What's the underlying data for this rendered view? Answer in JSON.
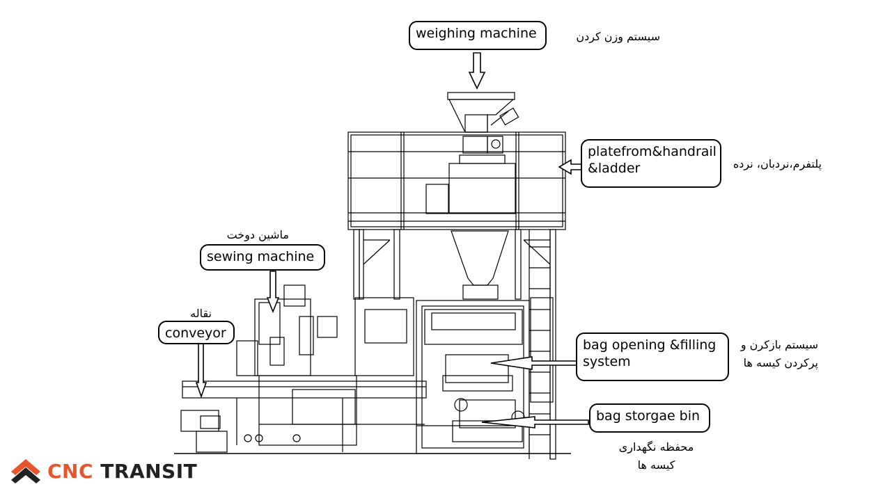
{
  "callouts": {
    "weighing": "weighing machine",
    "platform": "platefrom&handrail\n&ladder",
    "sewing": "sewing machine",
    "conveyor": "conveyor",
    "bag_opening": "bag opening &filling\nsystem",
    "bag_bin": "bag storgae bin"
  },
  "farsi": {
    "weighing": "سیستم وزن کردن",
    "platform": "پلتفرم،نردبان، نرده",
    "sewing": "ماشین دوخت",
    "conveyor": "نقاله",
    "bag_opening": "سیستم بازکرن و\nپرکردن کیسه ها",
    "bag_bin": "محفظه نگهداری\nکیسه ها"
  },
  "logo": {
    "part1": "CNC",
    "part2": "TRANSIT",
    "accent_color": "#e8552a",
    "dark_color": "#222222",
    "icon": "chevron-logo-icon"
  }
}
